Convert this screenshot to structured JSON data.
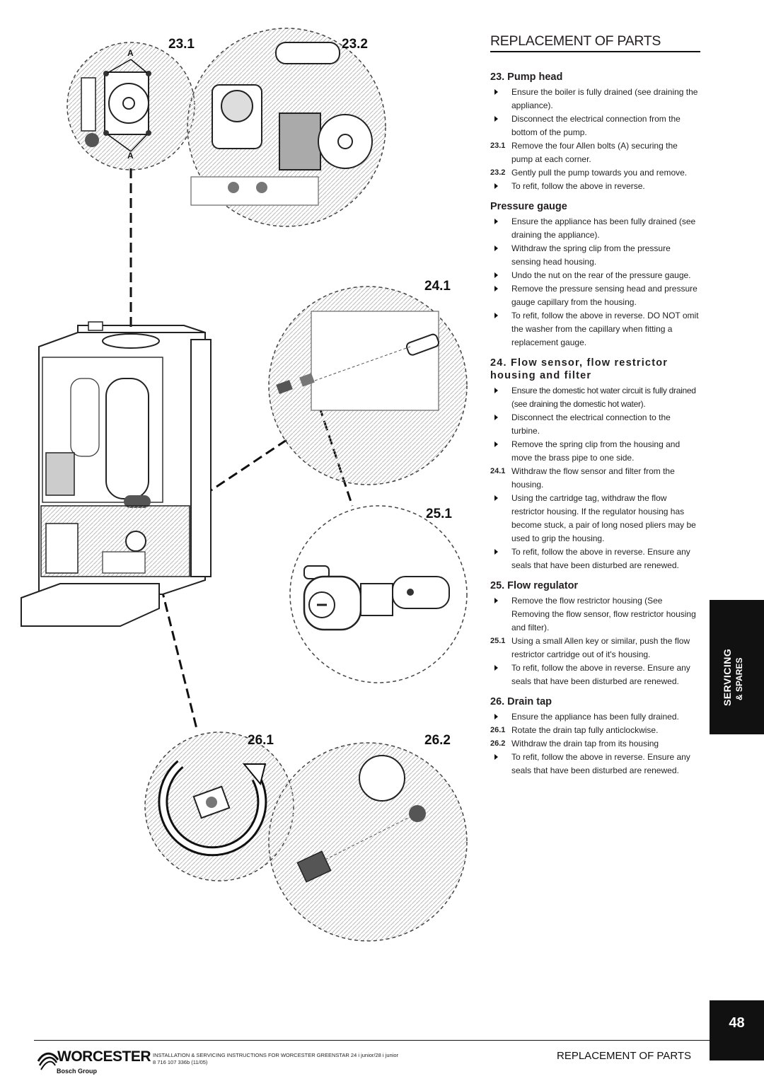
{
  "header": {
    "title": "REPLACEMENT OF PARTS"
  },
  "figures": {
    "labels": [
      "23.1",
      "23.2",
      "24.1",
      "25.1",
      "26.1",
      "26.2"
    ],
    "letter_a": "A"
  },
  "sections": [
    {
      "heading": "23. Pump head",
      "steps": [
        {
          "marker": "",
          "text": "Ensure the boiler is fully drained (see draining the appliance)."
        },
        {
          "marker": "",
          "text": "Disconnect the electrical connection from the bottom of the pump."
        },
        {
          "marker": "23.1",
          "text": "Remove the four Allen bolts (A) securing the pump at each corner."
        },
        {
          "marker": "23.2",
          "text": "Gently pull the pump towards you and remove."
        },
        {
          "marker": "",
          "text": "To refit, follow the above in reverse."
        }
      ]
    },
    {
      "heading": "Pressure gauge",
      "steps": [
        {
          "marker": "",
          "text": "Ensure the appliance has been fully drained (see draining the appliance)."
        },
        {
          "marker": "",
          "text": "Withdraw the spring clip from the pressure sensing head housing."
        },
        {
          "marker": "",
          "text": "Undo the nut on the rear of the pressure gauge."
        },
        {
          "marker": "",
          "text": "Remove the pressure sensing head and pressure gauge capillary from the housing."
        },
        {
          "marker": "",
          "text": "To refit, follow the above in reverse. DO NOT omit the washer from the capillary when fitting a replacement gauge."
        }
      ]
    },
    {
      "heading": "24. Flow sensor, flow restrictor housing and filter",
      "steps": [
        {
          "marker": "",
          "text": "Ensure the domestic hot water circuit is fully drained (see draining the domestic hot water)."
        },
        {
          "marker": "",
          "text": "Disconnect the electrical connection to the turbine."
        },
        {
          "marker": "",
          "text": "Remove the spring clip from the housing and move the brass pipe to one side."
        },
        {
          "marker": "24.1",
          "text": "Withdraw the flow sensor and filter from the housing."
        },
        {
          "marker": "",
          "text": "Using the cartridge tag, withdraw the flow restrictor housing. If the regulator housing has become stuck, a pair of long nosed pliers may be used to grip the housing."
        },
        {
          "marker": "",
          "text": "To refit, follow the above in reverse. Ensure any seals that have been disturbed are renewed."
        }
      ]
    },
    {
      "heading": "25. Flow regulator",
      "steps": [
        {
          "marker": "",
          "text": "Remove the flow restrictor housing (See Removing the flow sensor,  flow restrictor housing and filter)."
        },
        {
          "marker": "25.1",
          "text": "Using a small Allen key or similar, push the flow restrictor cartridge out of it's housing."
        },
        {
          "marker": "",
          "text": "To refit, follow the above in reverse. Ensure any seals that have been disturbed are renewed."
        }
      ]
    },
    {
      "heading": "26. Drain tap",
      "steps": [
        {
          "marker": "",
          "text": "Ensure the appliance has been fully drained."
        },
        {
          "marker": "26.1",
          "text": "Rotate the drain tap fully anticlockwise."
        },
        {
          "marker": "26.2",
          "text": "Withdraw the drain tap from its housing"
        },
        {
          "marker": "",
          "text": "To refit, follow the above in reverse. Ensure any seals that have been disturbed are renewed."
        }
      ]
    }
  ],
  "side_tab": {
    "line1": "SERVICING",
    "line2": "& SPARES"
  },
  "footer": {
    "brand": "WORCESTER",
    "group": "Bosch Group",
    "doc_line1": "INSTALLATION & SERVICING INSTRUCTIONS FOR WORCESTER GREENSTAR 24 i junior/28 i junior",
    "doc_line2": "8 716 107 336b (11/05)",
    "section_title": "REPLACEMENT OF PARTS",
    "page_number": "48"
  }
}
